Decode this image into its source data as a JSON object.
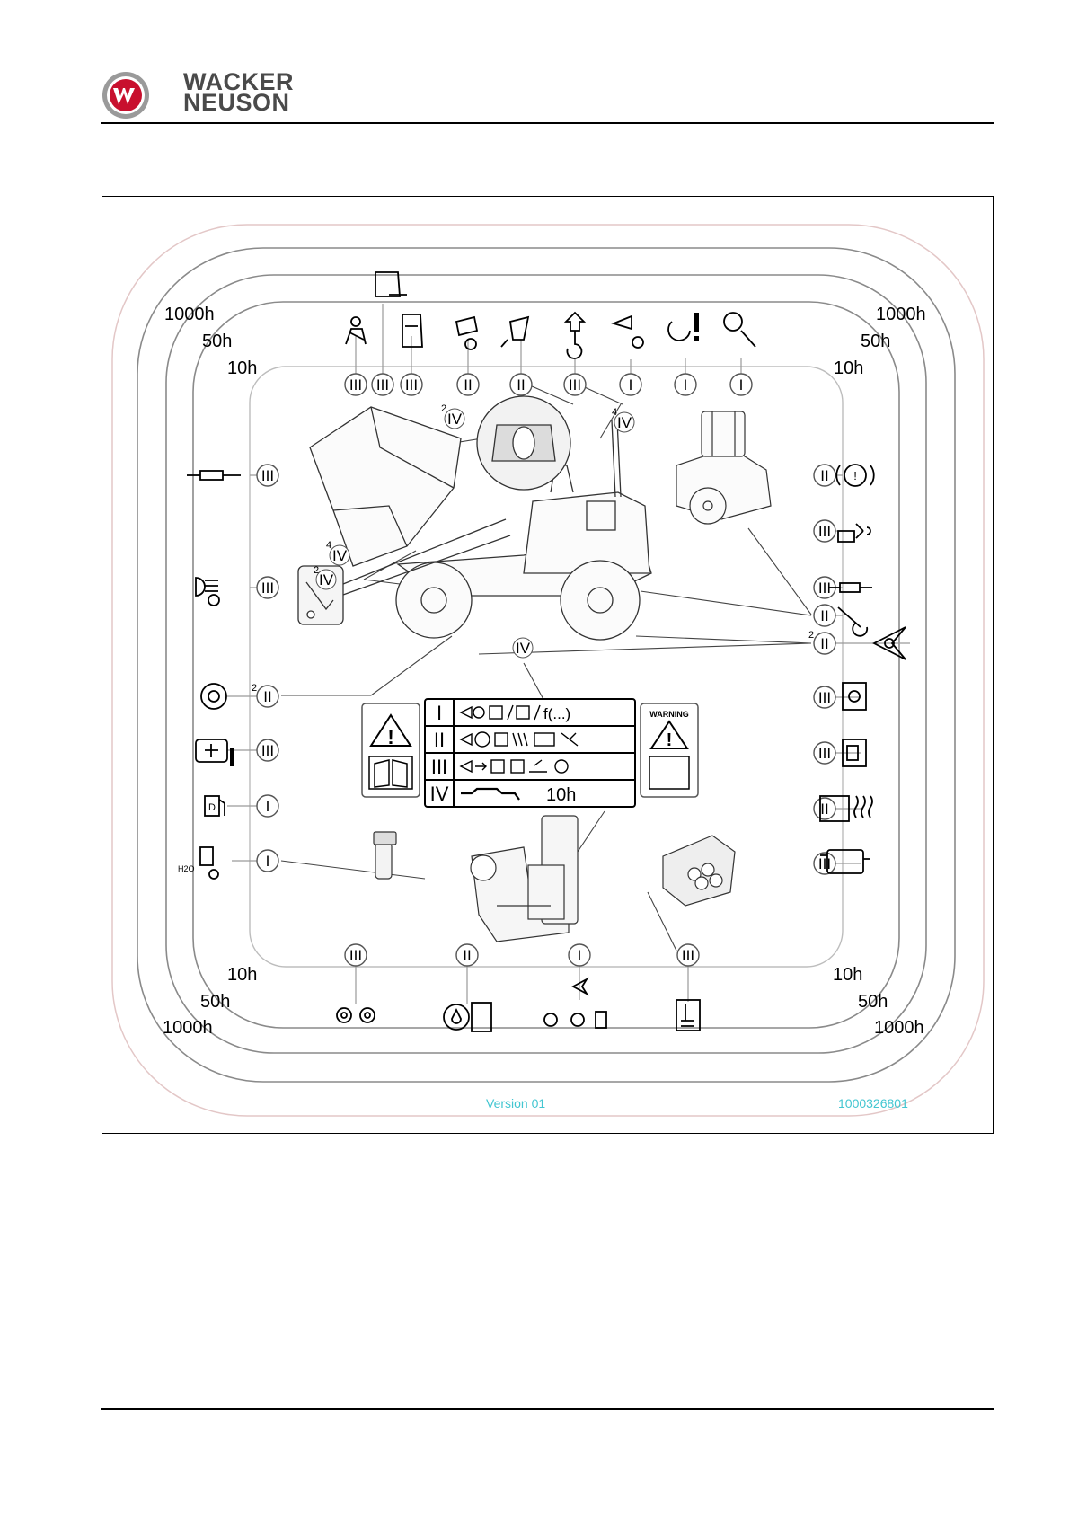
{
  "brand": {
    "line1": "WACKER",
    "line2": "NEUSON",
    "logo_color": "#c8102e"
  },
  "diagram": {
    "interval_labels": {
      "h1000": "1000h",
      "h50": "50h",
      "h10": "10h"
    },
    "groups": {
      "I": "I",
      "II": "II",
      "III": "III",
      "IV": "IV"
    },
    "sup2": "2",
    "sup4": "4",
    "legend": {
      "row1_tail": "f(...)",
      "row4_tail": "10h"
    },
    "warning_label": "WARNING",
    "version": "Version 01",
    "part_number": "1000326801",
    "h2o_label": "H2O",
    "d_label": "D"
  },
  "colors": {
    "outline": "#000000",
    "ring_gray": "#8a8a8a",
    "ring_light": "#c8c8c8",
    "cyan_text": "#43c6d1"
  }
}
